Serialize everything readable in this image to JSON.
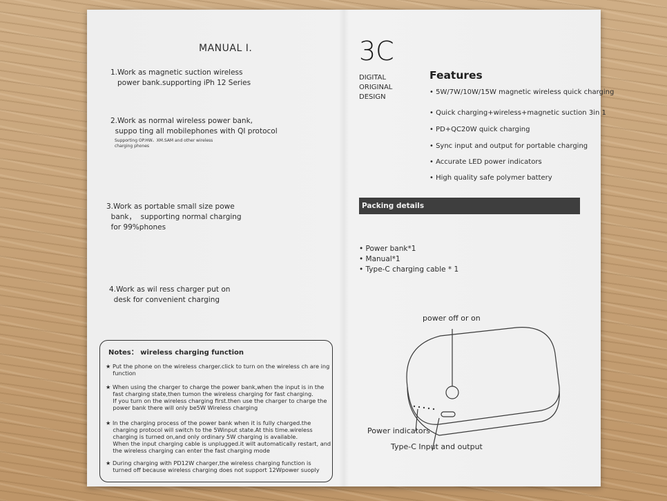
{
  "left": {
    "title": "MANUAL I.",
    "items": [
      {
        "text": "1.Work as magnetic suction wireless\n   power bank.supporting iPh 12 Series"
      },
      {
        "text": "2.Work as normal wireless power bank,\n  suppo ting all mobilephones with QI protocol",
        "sub": "Supporting OP.HW、XM.SAM and other wireless\ncharging phones"
      },
      {
        "text": "3.Work as portable small size powe\n  bank，  supporting normal charging\n  for 99%phones"
      },
      {
        "text": "4.Work as wil ress charger put on\n  desk for convenient charging"
      }
    ],
    "notes": {
      "title": "Notes： wireless charging function",
      "items": [
        "★ Put the phone on the wireless charger.click to turn on the wireless ch are ing\n    function",
        "★ When using the charger to charge the power bank,when the input is in the\n    fast charging state,then tumon the wireless charging for fast charging.\n    If you turn on the wireless charging first.then use the charger to charge the\n    power bank there will only be5W Wireless charging",
        "★ In the charging process of the power bank when it is fully charged.the\n    charging protocol will switch to the 5Winput state.At this time.wireless\n    charging is turned on,and only ordinary 5W charging is available.\n    When the input charging cable is unplugged.it wilt automatically restart, and\n    the wireless charging can enter the fast charging mode",
        "★ During charging with PD12W charger,the wireless charging function is\n    turned off because wireless charging does not support 12Wpower suoply"
      ]
    }
  },
  "right": {
    "brand": "3C",
    "tagline": "DIGITAL\nORIGINAL\nDESIGN",
    "features_title": "Features",
    "features": [
      "• 5W/7W/10W/15W magnetic wireless quick charging",
      "• Quick charging+wireless+magnetic suction 3in 1",
      "• PD+QC20W quick charging",
      "• Sync input and output for portable charging",
      "• Accurate LED power indicators",
      "• High quality safe polymer battery"
    ],
    "packing_title": "Packing details",
    "packing": [
      "• Power bank*1",
      "• Manual*1",
      "• Type-C charging cable * 1"
    ],
    "diagram": {
      "power_label": "power off or on",
      "indicators_label": "Power indicators",
      "typec_label": "Type-C Input and output"
    }
  }
}
